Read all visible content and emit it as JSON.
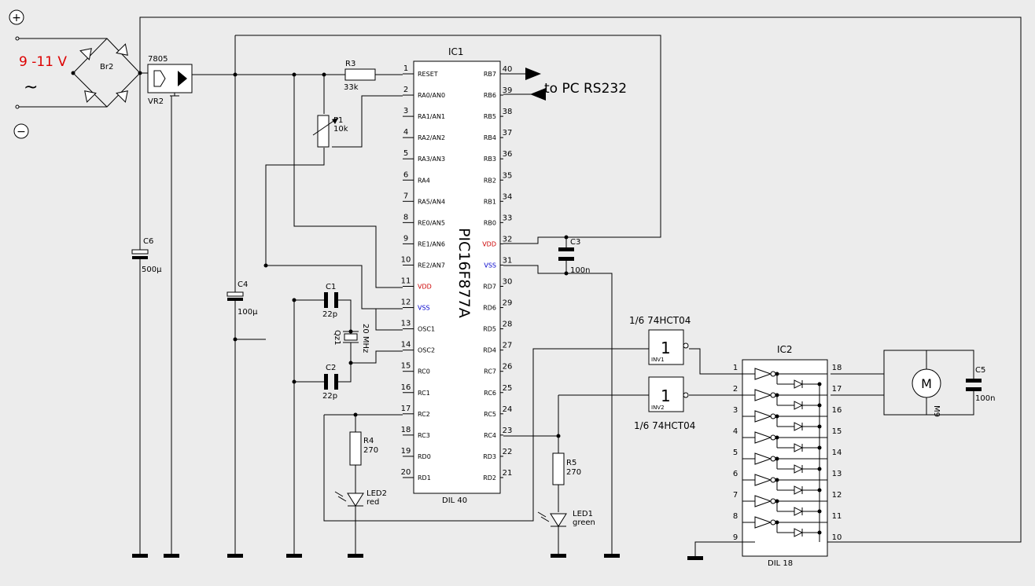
{
  "supply": {
    "plus": "+",
    "minus": "−",
    "voltage": "9 -11 V",
    "ac_symbol": "~"
  },
  "rectifier": {
    "name": "Br2"
  },
  "regulator": {
    "part": "7805",
    "name": "VR2"
  },
  "resistors": {
    "r3": {
      "name": "R3",
      "value": "33k"
    },
    "r4": {
      "name": "R4",
      "value": "270"
    },
    "r5": {
      "name": "R5",
      "value": "270"
    }
  },
  "pot": {
    "name": "P1",
    "value": "10k"
  },
  "capacitors": {
    "c1": {
      "name": "C1",
      "value": "22p"
    },
    "c2": {
      "name": "C2",
      "value": "22p"
    },
    "c3": {
      "name": "C3",
      "value": "100n"
    },
    "c4": {
      "name": "C4",
      "value": "100µ"
    },
    "c5": {
      "name": "C5",
      "value": "100n"
    },
    "c6": {
      "name": "C6",
      "value": "500µ"
    }
  },
  "crystal": {
    "name": "Qz1",
    "value": "20 MHz"
  },
  "ic1": {
    "name": "IC1",
    "part": "PIC16F877A",
    "package": "DIL 40",
    "left_pins": [
      {
        "num": "1",
        "label": "RESET"
      },
      {
        "num": "2",
        "label": "RA0/AN0"
      },
      {
        "num": "3",
        "label": "RA1/AN1"
      },
      {
        "num": "4",
        "label": "RA2/AN2"
      },
      {
        "num": "5",
        "label": "RA3/AN3"
      },
      {
        "num": "6",
        "label": "RA4"
      },
      {
        "num": "7",
        "label": "RA5/AN4"
      },
      {
        "num": "8",
        "label": "RE0/AN5"
      },
      {
        "num": "9",
        "label": "RE1/AN6"
      },
      {
        "num": "10",
        "label": "RE2/AN7"
      },
      {
        "num": "11",
        "label": "VDD"
      },
      {
        "num": "12",
        "label": "VSS"
      },
      {
        "num": "13",
        "label": "OSC1"
      },
      {
        "num": "14",
        "label": "OSC2"
      },
      {
        "num": "15",
        "label": "RC0"
      },
      {
        "num": "16",
        "label": "RC1"
      },
      {
        "num": "17",
        "label": "RC2"
      },
      {
        "num": "18",
        "label": "RC3"
      },
      {
        "num": "19",
        "label": "RD0"
      },
      {
        "num": "20",
        "label": "RD1"
      }
    ],
    "right_pins": [
      {
        "num": "40",
        "label": "RB7"
      },
      {
        "num": "39",
        "label": "RB6"
      },
      {
        "num": "38",
        "label": "RB5"
      },
      {
        "num": "37",
        "label": "RB4"
      },
      {
        "num": "36",
        "label": "RB3"
      },
      {
        "num": "35",
        "label": "RB2"
      },
      {
        "num": "34",
        "label": "RB1"
      },
      {
        "num": "33",
        "label": "RB0"
      },
      {
        "num": "32",
        "label": "VDD"
      },
      {
        "num": "31",
        "label": "VSS"
      },
      {
        "num": "30",
        "label": "RD7"
      },
      {
        "num": "29",
        "label": "RD6"
      },
      {
        "num": "28",
        "label": "RD5"
      },
      {
        "num": "27",
        "label": "RD4"
      },
      {
        "num": "26",
        "label": "RC7"
      },
      {
        "num": "25",
        "label": "RC6"
      },
      {
        "num": "24",
        "label": "RC5"
      },
      {
        "num": "23",
        "label": "RC4"
      },
      {
        "num": "22",
        "label": "RD3"
      },
      {
        "num": "21",
        "label": "RD2"
      }
    ]
  },
  "serial": {
    "label": "to PC RS232"
  },
  "inverters": {
    "gate_symbol": "1",
    "inv1": {
      "name": "INV1",
      "part": "1/6 74HCT04"
    },
    "inv2": {
      "name": "INV2",
      "part": "1/6 74HCT04"
    }
  },
  "ic2": {
    "name": "IC2",
    "package": "DIL 18",
    "left_pins": [
      "1",
      "2",
      "3",
      "4",
      "5",
      "6",
      "7",
      "8",
      "9"
    ],
    "right_pins": [
      "18",
      "17",
      "16",
      "15",
      "14",
      "13",
      "12",
      "11",
      "10"
    ]
  },
  "leds": {
    "led1": {
      "name": "LED1",
      "color": "green"
    },
    "led2": {
      "name": "LED2",
      "color": "red"
    }
  },
  "motor": {
    "name": "M9",
    "symbol": "M"
  },
  "colors": {
    "power_pin": "#cc0000",
    "ground_pin": "#0000cc",
    "voltage_label": "#dd0000",
    "background": "#ececec"
  }
}
